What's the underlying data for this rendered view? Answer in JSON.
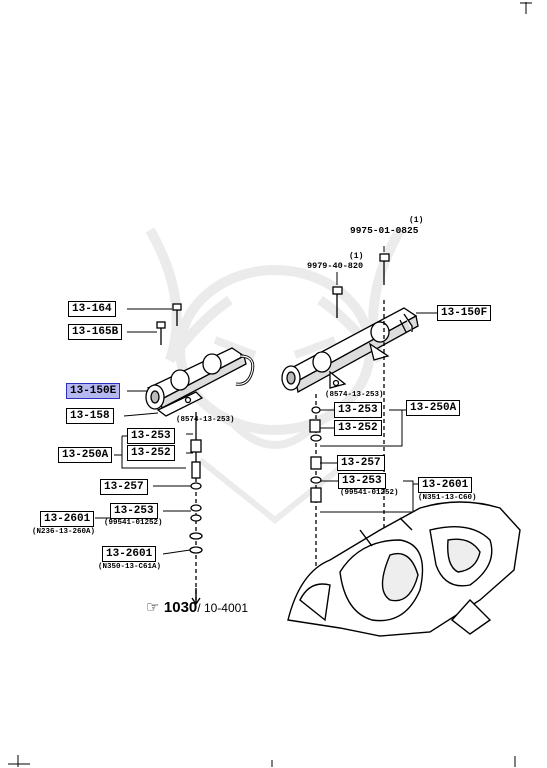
{
  "left_labels": {
    "l164": "13-164",
    "l165b": "13-165B",
    "l150e": "13-150E",
    "l158": "13-158",
    "l253a": "13-253",
    "l250a": "13-250A",
    "l252": "13-252",
    "l257": "13-257",
    "l253b": "13-253",
    "l2601a": "13-2601",
    "l2601b": "13-2601"
  },
  "left_subs": {
    "s8574": "(8574-13-253)",
    "s99541": "(99541-01252)",
    "sn236": "(N236-13-260A)",
    "sn350": "(N350-13-C61A)"
  },
  "right_labels": {
    "r150f": "13-150F",
    "r253a": "13-253",
    "r250a": "13-250A",
    "r252": "13-252",
    "r257": "13-257",
    "r253b": "13-253",
    "r2601": "13-2601"
  },
  "right_subs": {
    "s8574": "(8574-13-253)",
    "s99541": "(99541-01252)",
    "sn351": "(N351-13-C60)"
  },
  "bolts": {
    "b1_qty": "(1)",
    "b1_code": "9975-01-0825",
    "b2_qty": "(1)",
    "b2_code": "9979-40-820"
  },
  "reference": {
    "arrow": "☞",
    "main": "1030",
    "sub": "/ 10-4001"
  },
  "colors": {
    "highlight": "#b6b8f0",
    "highlight_border": "#2b2fbf",
    "line": "#000000"
  }
}
